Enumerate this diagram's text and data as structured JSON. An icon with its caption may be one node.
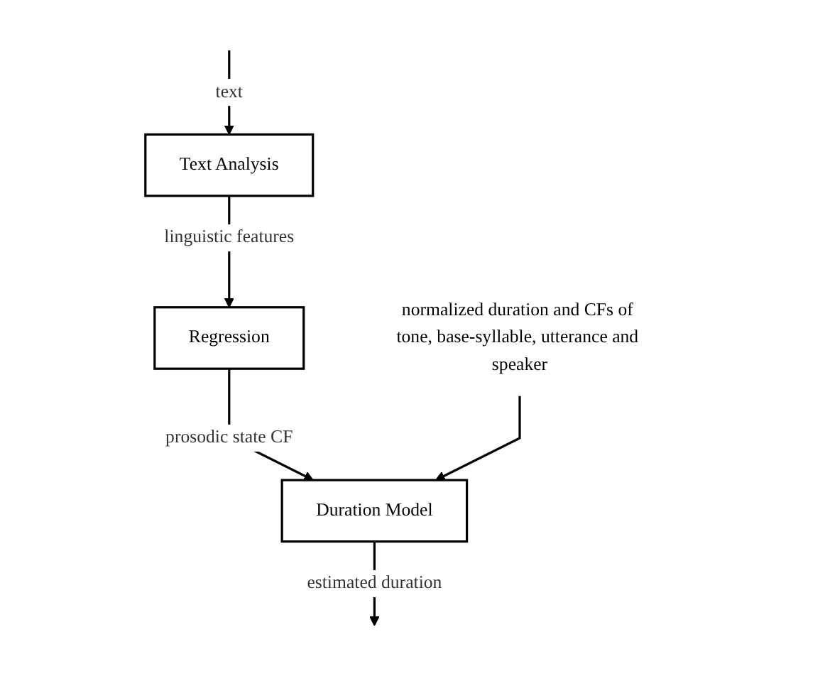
{
  "diagram": {
    "nodes": [
      {
        "text": [
          "Text Analysis"
        ]
      },
      {
        "text": [
          "Regression"
        ]
      },
      {
        "text": [
          "Duration Model"
        ]
      },
      {
        "text": [
          "normalized duration and CFs of tone, base-syllable, utterance and speaker"
        ]
      }
    ],
    "edges": [
      {
        "from": null,
        "to": 0,
        "arrow": "to",
        "label": "text"
      },
      {
        "from": 0,
        "to": 1,
        "arrow": "to",
        "label": "linguistic features"
      },
      {
        "from": 1,
        "to": 2,
        "arrow": "to",
        "label": "prosodic state CF"
      },
      {
        "from": 2,
        "to": null,
        "arrow": "to",
        "label": "estimated duration"
      },
      {
        "from": 3,
        "to": 2,
        "arrow": "to"
      }
    ]
  }
}
